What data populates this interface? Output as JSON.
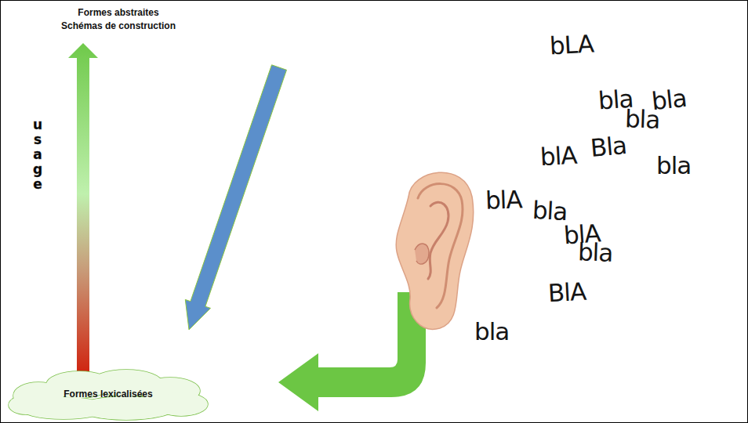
{
  "diagram": {
    "nodes": [
      {
        "text": [
          "Formes lexicalisées"
        ]
      }
    ],
    "labels": [
      "Formes abstraites",
      "Schémas de construction",
      "usage",
      "bLA",
      "bla",
      "bla",
      "bla",
      "blA",
      "Bla",
      "bla",
      "blA",
      "bla",
      "blA",
      "bla",
      "BlA",
      "bla"
    ]
  }
}
